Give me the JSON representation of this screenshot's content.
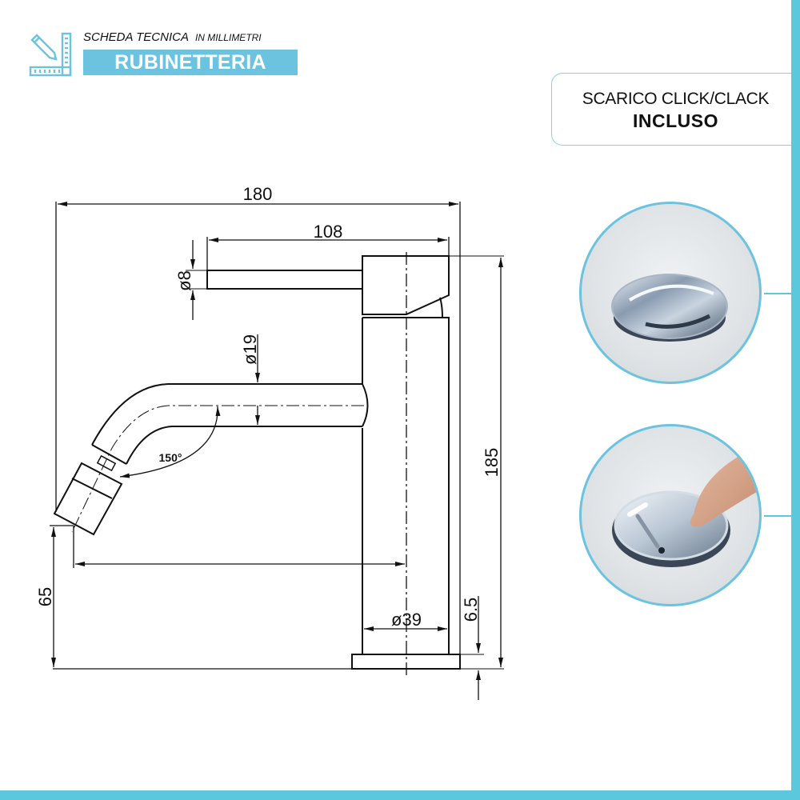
{
  "header": {
    "title": "SCHEDA TECNICA",
    "subtitle": "IN MILLIMETRI",
    "category": "RUBINETTERIA",
    "icon": "ruler-pencil-icon"
  },
  "badge": {
    "line1": "SCARICO CLICK/CLACK",
    "line2": "INCLUSO"
  },
  "photos": [
    {
      "name": "drain-closed-photo",
      "description": "chrome click-clack drain plug"
    },
    {
      "name": "drain-pressed-photo",
      "description": "finger pressing chrome drain plug"
    }
  ],
  "drawing": {
    "unit": "mm",
    "dimensions": {
      "total_width": "180",
      "lever_length": "108",
      "lever_diameter": "ø8",
      "spout_diameter": "ø19",
      "spout_angle": "150°",
      "total_height": "185",
      "spout_height": "65",
      "body_diameter": "ø39",
      "base_thickness": "6.5"
    }
  },
  "colors": {
    "accent": "#5bc8de",
    "band": "#6cc3df",
    "line": "#111111"
  }
}
